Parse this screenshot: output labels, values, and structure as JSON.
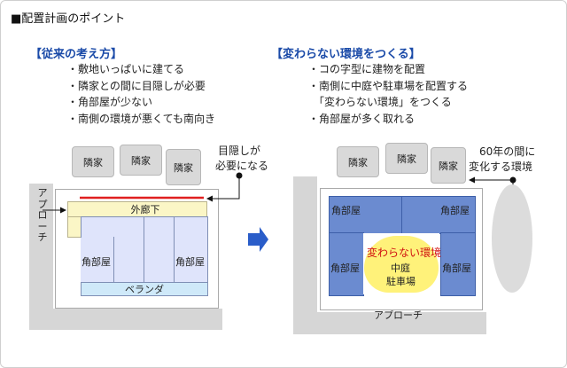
{
  "title": "■配置計画のポイント",
  "left": {
    "heading": "【従来の考え方】",
    "bullets": [
      "・敷地いっぱいに建てる",
      "・隣家との間に目隠しが必要",
      "・角部屋が少ない",
      "・南側の環境が悪くても南向き"
    ],
    "neighbor": "隣家",
    "note_line1": "目隠しが",
    "note_line2": "必要になる",
    "approach": "アプローチ",
    "corridor": "外廊下",
    "corner": "角部屋",
    "veranda": "ベランダ"
  },
  "right": {
    "heading": "【変わらない環境をつくる】",
    "bullets": [
      "・コの字型に建物を配置",
      "・南側に中庭や駐車場を配置する",
      "　「変わらない環境」をつくる",
      "・角部屋が多く取れる"
    ],
    "neighbor": "隣家",
    "note_line1": "60年の間に",
    "note_line2": "変化する環境",
    "corner": "角部屋",
    "unchanging": "変わらない環境",
    "courtyard_line1": "中庭",
    "courtyard_line2": "駐車場",
    "approach": "アプローチ"
  },
  "colors": {
    "heading": "#1a4aa8",
    "red_line": "#e02020",
    "arrow": "#2a5dc9",
    "corner_room": "#6b8bd0",
    "room": "#dfe4fb",
    "corridor": "#fbf6c6",
    "veranda": "#cfe9f9",
    "courtyard": "#fff27a",
    "unchanging_text": "#d01010"
  }
}
